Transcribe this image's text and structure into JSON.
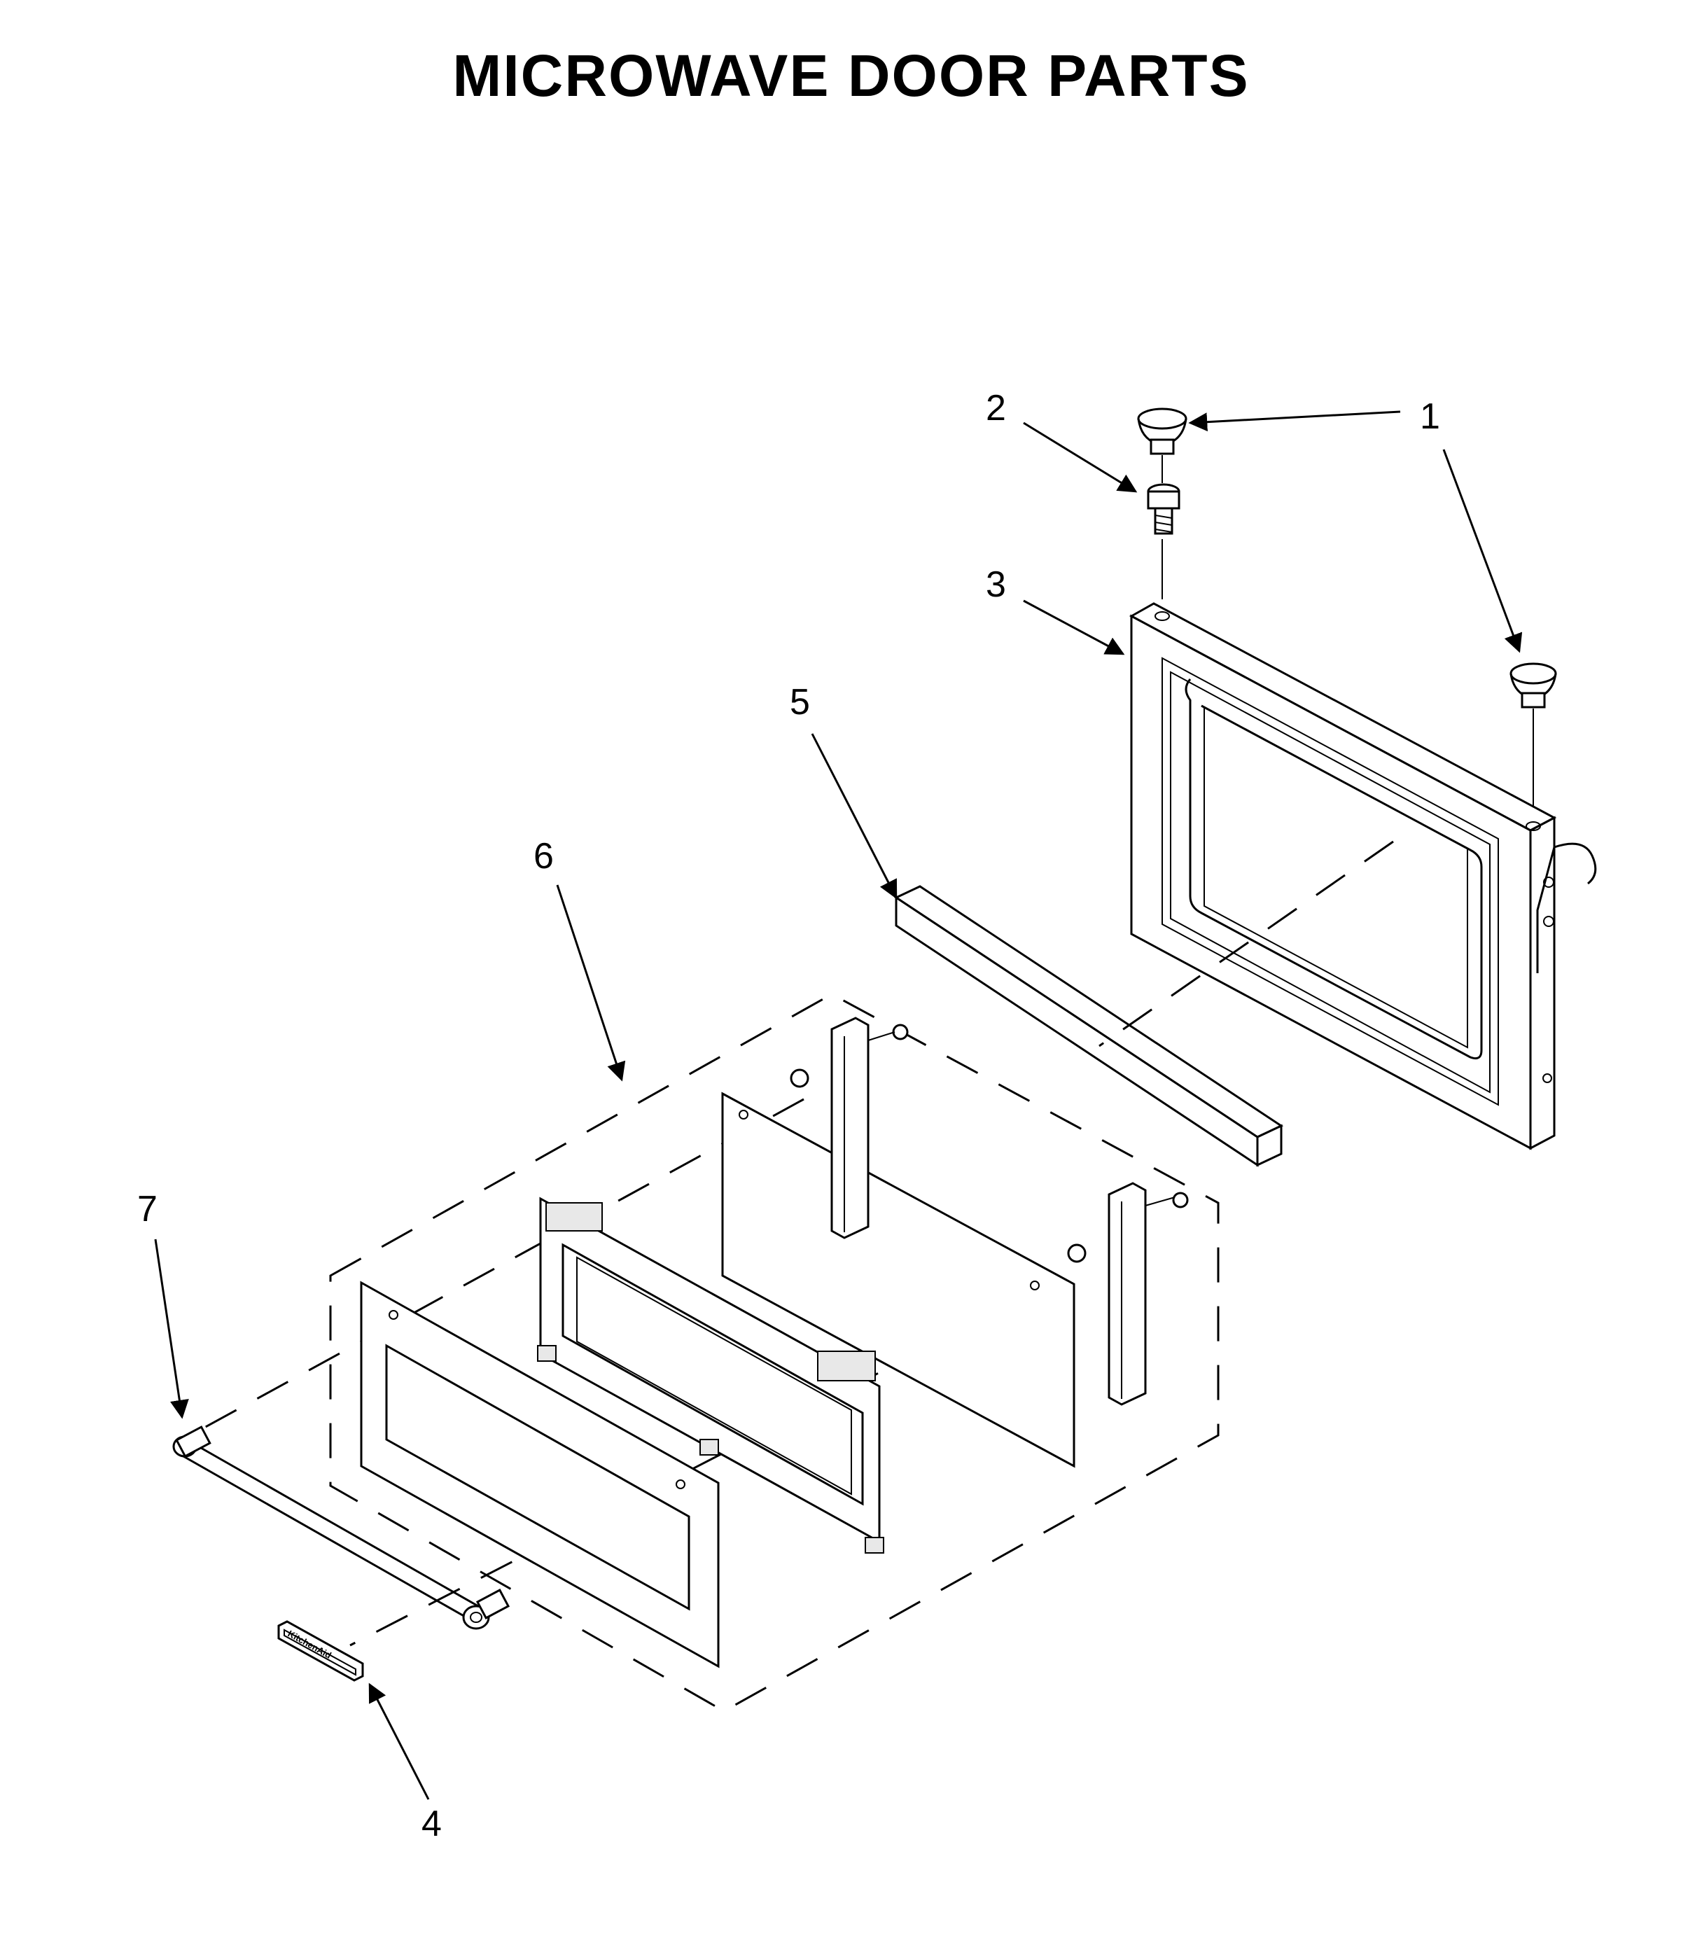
{
  "title": "MICROWAVE DOOR PARTS",
  "callouts": [
    {
      "id": "1",
      "label": "1"
    },
    {
      "id": "2",
      "label": "2"
    },
    {
      "id": "3",
      "label": "3"
    },
    {
      "id": "4",
      "label": "4"
    },
    {
      "id": "5",
      "label": "5"
    },
    {
      "id": "6",
      "label": "6"
    },
    {
      "id": "7",
      "label": "7"
    }
  ],
  "badge_text": "KitchenAid"
}
